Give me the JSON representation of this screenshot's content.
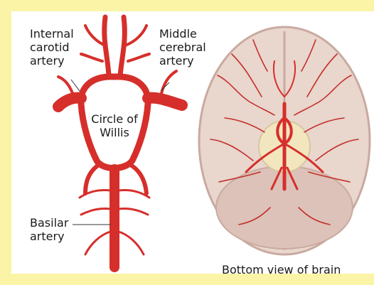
{
  "colors": {
    "frame": "#fbf4a6",
    "artery": "#d62f2b",
    "artery_dark": "#a81d1b",
    "brain_tissue": "#e9d6cd",
    "brain_shadow": "#c9aaa0",
    "vessel_fine": "#c4302b"
  },
  "labels": {
    "internal_carotid": "Internal\ncarotid\nartery",
    "middle_cerebral": "Middle\ncerebral\nartery",
    "circle_of_willis": "Circle of\nWillis",
    "basilar": "Basilar\nartery",
    "caption": "Bottom view of brain"
  }
}
